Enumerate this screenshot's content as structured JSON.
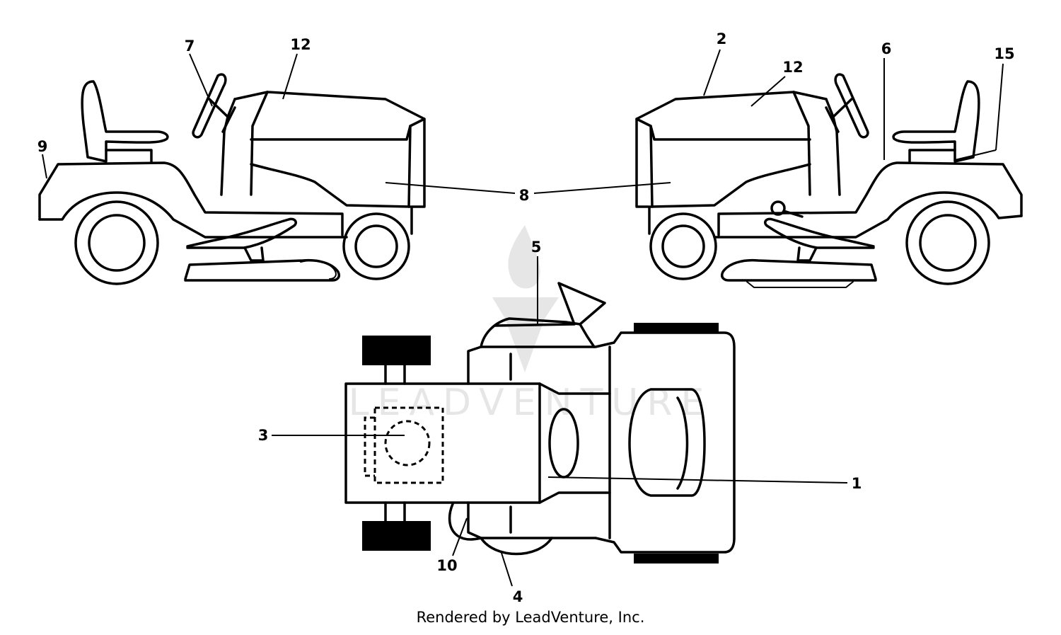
{
  "callouts": [
    {
      "id": "c7",
      "label": "7"
    },
    {
      "id": "c12a",
      "label": "12"
    },
    {
      "id": "c9",
      "label": "9"
    },
    {
      "id": "c8",
      "label": "8"
    },
    {
      "id": "c2",
      "label": "2"
    },
    {
      "id": "c12b",
      "label": "12"
    },
    {
      "id": "c6",
      "label": "6"
    },
    {
      "id": "c15",
      "label": "15"
    },
    {
      "id": "c5",
      "label": "5"
    },
    {
      "id": "c3",
      "label": "3"
    },
    {
      "id": "c1",
      "label": "1"
    },
    {
      "id": "c10",
      "label": "10"
    },
    {
      "id": "c4",
      "label": "4"
    }
  ],
  "watermark": "LEADVENTURE",
  "credit": "Rendered by LeadVenture, Inc.",
  "colors": {
    "line": "#000000",
    "background": "#ffffff",
    "watermark": "#e6e6e6"
  }
}
